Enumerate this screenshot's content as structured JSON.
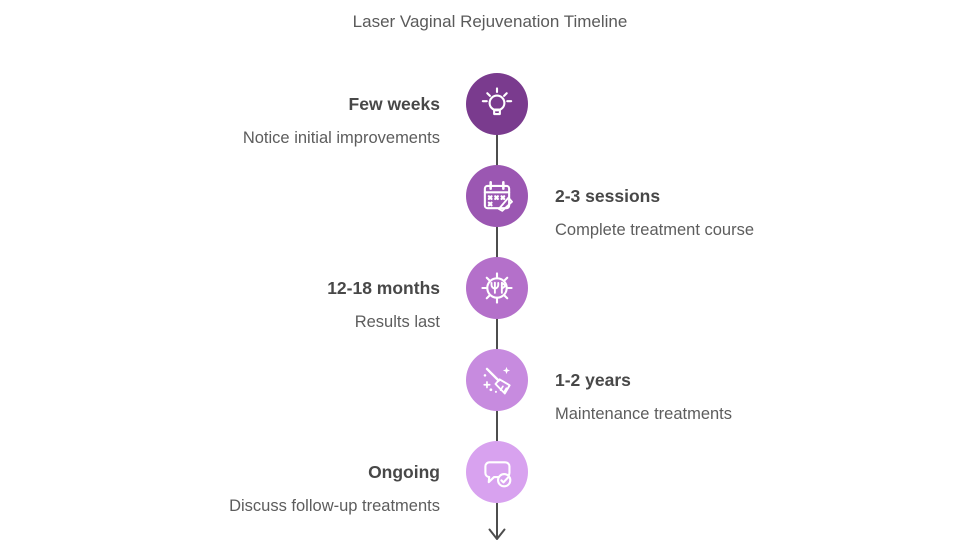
{
  "header": {
    "title": "Laser Vaginal Rejuvenation Timeline"
  },
  "colors": {
    "background": "#ffffff",
    "line": "#4d4d4d",
    "title_text": "#5a5a5a",
    "label_text": "#484848",
    "description_text": "#5d5d5d",
    "icon_stroke": "#ffffff"
  },
  "timeline": {
    "direction": "vertical",
    "milestones": [
      {
        "label": "Few weeks",
        "description": "Notice initial improvements",
        "side": "left",
        "icon": "lightbulb-icon",
        "color": "#7a3b8e"
      },
      {
        "label": "2-3 sessions",
        "description": "Complete treatment course",
        "side": "right",
        "icon": "calendar-icon",
        "color": "#9b57b2"
      },
      {
        "label": "12-18 months",
        "description": "Results last",
        "side": "left",
        "icon": "clock-icon",
        "color": "#b470ca"
      },
      {
        "label": "1-2 years",
        "description": "Maintenance treatments",
        "side": "right",
        "icon": "broom-icon",
        "color": "#c78bdf"
      },
      {
        "label": "Ongoing",
        "description": "Discuss follow-up treatments",
        "side": "left",
        "icon": "chat-check-icon",
        "color": "#d8a2ef"
      }
    ]
  }
}
